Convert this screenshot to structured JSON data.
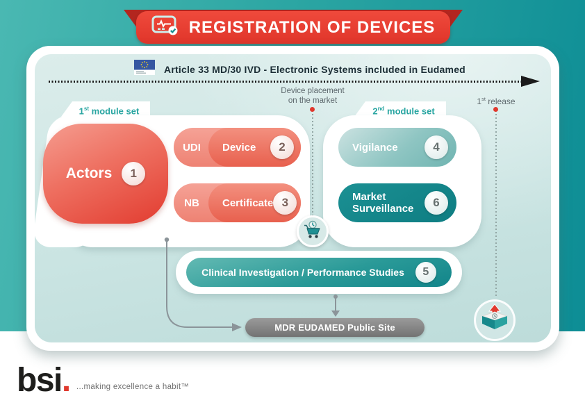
{
  "banner": {
    "title": "REGISTRATION OF DEVICES"
  },
  "header": {
    "article": "Article 33 MD/30 IVD - Electronic Systems included in Eudamed"
  },
  "timeline": {
    "module_set_1": {
      "num": "1",
      "sup": "st",
      "label": " module set"
    },
    "module_set_2": {
      "num": "2",
      "sup": "nd",
      "label": " module set"
    },
    "release": {
      "num": "1",
      "sup": "st",
      "label": " release"
    },
    "device_placement": {
      "line1": "Device placement",
      "line2": "on the market"
    }
  },
  "modules": {
    "actors": {
      "label": "Actors",
      "number": "1"
    },
    "udi": {
      "prefix": "UDI",
      "label": "Device",
      "number": "2"
    },
    "nb": {
      "prefix": "NB",
      "label": "Certificate",
      "number": "3"
    },
    "vigilance": {
      "label": "Vigilance",
      "number": "4"
    },
    "market_surveillance": {
      "line1": "Market",
      "line2": "Surveillance",
      "number": "6"
    },
    "clinical": {
      "label": "Clinical Investigation / Performance Studies",
      "number": "5"
    }
  },
  "public_site": {
    "label": "MDR EUDAMED Public Site"
  },
  "footer": {
    "logo_text": "bsi",
    "logo_dot": ".",
    "tagline": "...making excellence a habit™"
  },
  "icons": {
    "banner": "medical-device-check-icon",
    "flag": "eu-commission-flag-icon",
    "cart": "shopping-cart-icon",
    "release": "open-box-release-icon"
  },
  "colors": {
    "accent_red": "#e0392e",
    "teal_dark": "#0d8d95",
    "teal_label": "#29a6a2",
    "panel": "#cde6e4",
    "gray_button": "#7d7d7d"
  }
}
